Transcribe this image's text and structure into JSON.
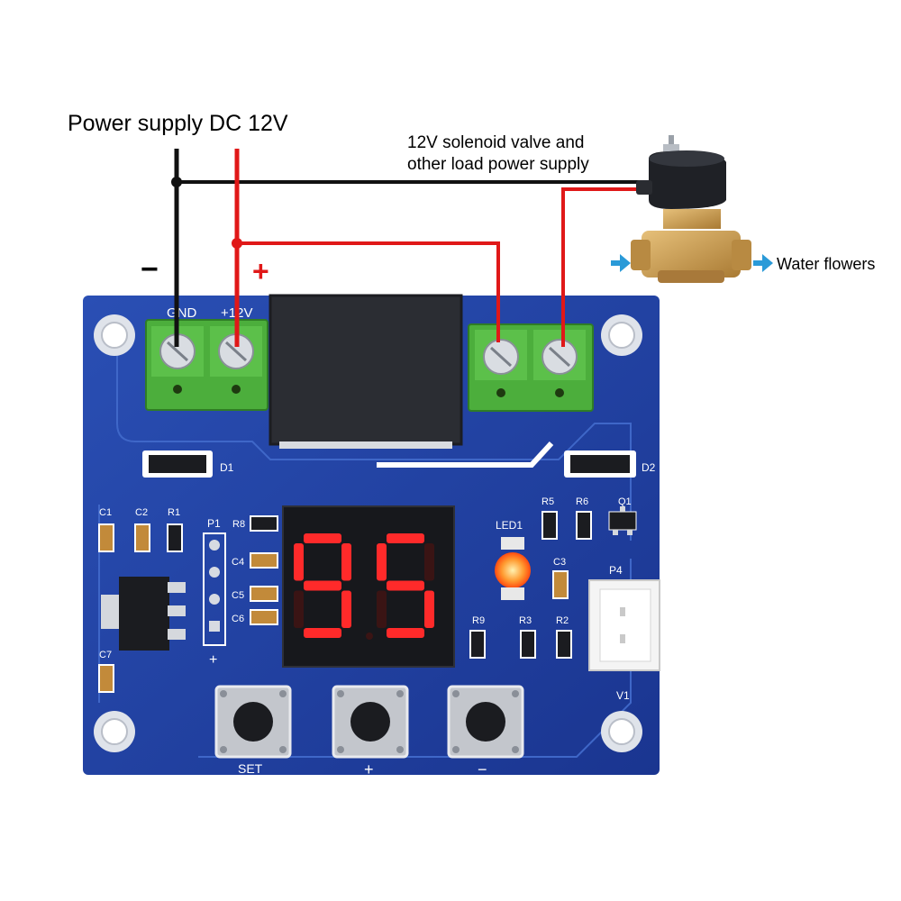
{
  "annotations": {
    "power_supply": "Power supply DC 12V",
    "minus": "−",
    "plus": "+",
    "load_line1": "12V solenoid valve and",
    "load_line2": "other load power supply",
    "water": "Water flowers"
  },
  "board": {
    "gnd_label": "GND",
    "v12_label": "+12V",
    "display_value": "95",
    "led_label": "LED1",
    "set_label": "SET",
    "plus_label": "+",
    "minus_label": "−",
    "p1_label": "P1",
    "p1_plus": "+",
    "p4_label": "P4",
    "v1_label": "V1",
    "d1_label": "D1",
    "d2_label": "D2",
    "q1_label": "Q1",
    "r1": "R1",
    "r2": "R2",
    "r3": "R3",
    "r5": "R5",
    "r6": "R6",
    "r8": "R8",
    "r9": "R9",
    "c1": "C1",
    "c2": "C2",
    "c3": "C3",
    "c4": "C4",
    "c5": "C5",
    "c6": "C6",
    "c7": "C7"
  },
  "colors": {
    "pcb": "#1f3f9e",
    "terminal": "#4cae3c",
    "relay": "#2b2d33",
    "segment_on": "#ff2a2a",
    "wire_red": "#e01818",
    "wire_black": "#111111",
    "arrow": "#2a9ad8",
    "valve": "#c99a4e"
  }
}
